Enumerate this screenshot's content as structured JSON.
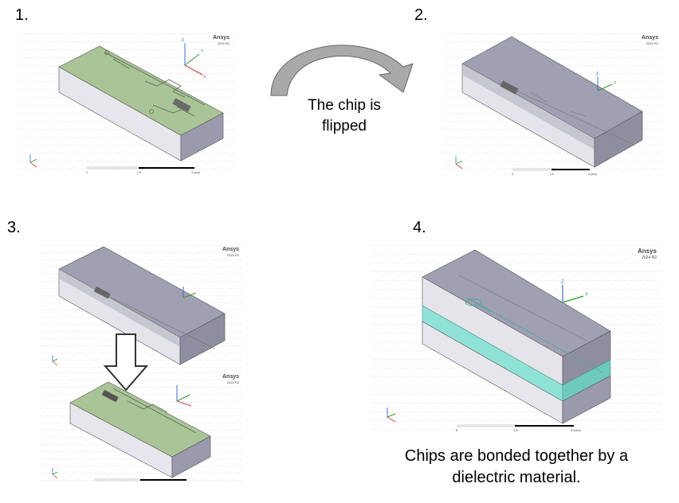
{
  "steps": [
    {
      "number": "1."
    },
    {
      "number": "2."
    },
    {
      "number": "3."
    },
    {
      "number": "4."
    }
  ],
  "flip_arrow": {
    "caption": "The chip is flipped"
  },
  "bond_caption": "Chips are bonded together by a dielectric material.",
  "watermark": {
    "brand": "Ansys",
    "version": "2024 R2"
  },
  "axes": {
    "z": "Z",
    "y": "Y",
    "x": "X"
  },
  "scale": {
    "ticks": [
      "0",
      "1.5",
      "3 (mm)"
    ]
  },
  "colors": {
    "chip_top": "#a9c497",
    "box_side": "#c8c8d4",
    "box_front": "#e6e6ec",
    "box_dark": "#8e8ea0",
    "dielectric": "#8fe3d6",
    "axis_z": "#3a6fd8",
    "axis_y": "#2aa02a",
    "axis_x": "#d23a3a"
  }
}
